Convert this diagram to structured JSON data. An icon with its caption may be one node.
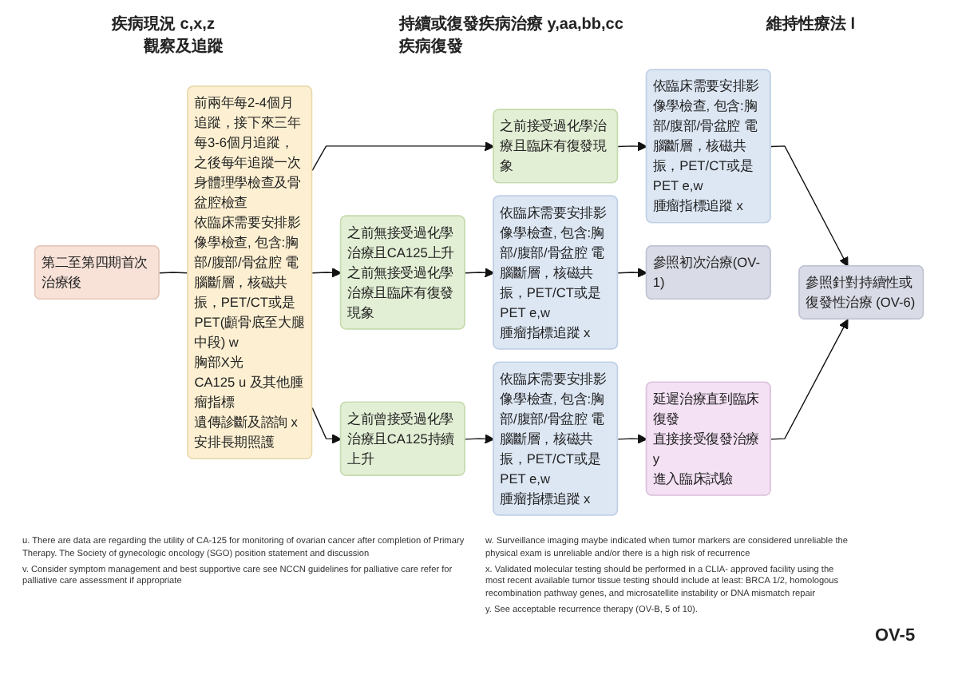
{
  "diagram": {
    "nodes": [
      {
        "text": [
          "第二至第四期首次治療後"
        ]
      },
      {
        "text": [
          "前兩年每2-4個月追蹤，接下來三年每3-6個月追蹤，之後每年追蹤一次",
          "身體理學檢查及骨盆腔檢查",
          "依臨床需要安排影像學檢查, 包含:胸部/腹部/骨盆腔 電腦斷層，核磁共振，PET/CT或是PET(顱骨底至大腿中段) w",
          "胸部X光",
          "CA125 u 及其他腫瘤指標",
          "遺傳診斷及諮詢 x",
          "安排長期照護"
        ]
      },
      {
        "text": [
          "之前無接受過化學治療且CA125上升",
          "之前無接受過化學治療且臨床有復發現象"
        ]
      },
      {
        "text": [
          "之前接受過化學治療且臨床有復發現象"
        ]
      },
      {
        "text": [
          "之前曾接受過化學治療且CA125持續上升"
        ]
      },
      {
        "text": [
          "依臨床需要安排影像學檢查, 包含:胸部/腹部/骨盆腔 電腦斷層，核磁共振，PET/CT或是PET e,w",
          "腫瘤指標追蹤 x"
        ]
      },
      {
        "text": [
          "依臨床需要安排影像學檢查, 包含:胸部/腹部/骨盆腔 電腦斷層，核磁共振，PET/CT或是PET e,w",
          "腫瘤指標追蹤 x"
        ]
      },
      {
        "text": [
          "依臨床需要安排影像學檢查, 包含:胸部/腹部/骨盆腔 電腦斷層，核磁共振，PET/CT或是PET e,w",
          "腫瘤指標追蹤 x"
        ]
      },
      {
        "text": [
          "參照初次治療(OV-1)"
        ]
      },
      {
        "text": [
          "參照針對持續性或復發性治療 (OV-6)"
        ]
      },
      {
        "text": [
          "延遲治療直到臨床復發",
          "直接接受復發治療 y",
          "進入臨床試驗"
        ]
      }
    ],
    "edges": [
      {
        "from": 0,
        "to": 1,
        "arrow": "none"
      },
      {
        "from": 1,
        "to": 2,
        "arrow": "to"
      },
      {
        "from": 1,
        "to": 3,
        "arrow": "to"
      },
      {
        "from": 1,
        "to": 4,
        "arrow": "to"
      },
      {
        "from": 2,
        "to": 5,
        "arrow": "to"
      },
      {
        "from": 3,
        "to": 6,
        "arrow": "to"
      },
      {
        "from": 4,
        "to": 7,
        "arrow": "to"
      },
      {
        "from": 5,
        "to": 8,
        "arrow": "to"
      },
      {
        "from": 6,
        "to": 9,
        "arrow": "to"
      },
      {
        "from": 7,
        "to": 10,
        "arrow": "to"
      },
      {
        "from": 10,
        "to": 9,
        "arrow": "to"
      }
    ],
    "labels": [
      "疾病現況 c,x,z",
      "持續或復發疾病治療 y,aa,bb,cc",
      "維持性療法 l",
      "觀察及追蹤",
      "疾病復發",
      "u. There are data are regarding the utility of CA-125 for monitoring of ovarian cancer after completion of Primary Therapy. The Society of gynecologic oncology (SGO) position statement and discussion",
      "v. Consider symptom management and best supportive care see NCCN guidelines for palliative care refer for palliative care assessment if appropriate",
      "w. Surveillance imaging maybe indicated when tumor markers are considered unreliable the physical exam is unreliable and/or there is a high risk of recurrence",
      "x. Validated molecular testing should be performed in a CLIA- approved facility using the most recent available tumor tissue testing should include at least: BRCA 1/2, homologous recombination pathway genes, and microsatellite instability or DNA mismatch repair",
      "y. See acceptable recurrence therapy (OV-B, 5 of 10).",
      "OV-5"
    ]
  }
}
